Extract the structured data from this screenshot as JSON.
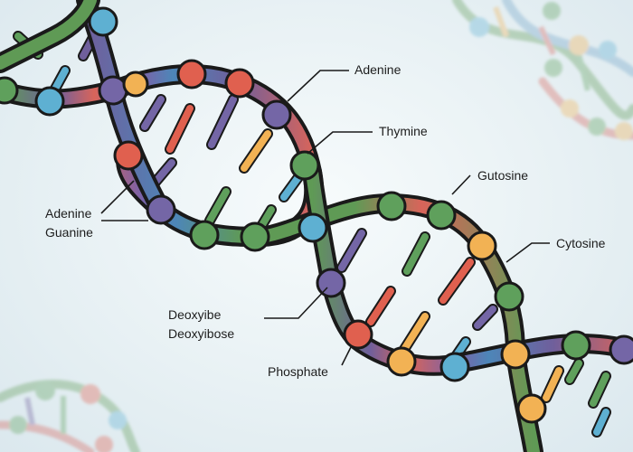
{
  "labels": {
    "adenine_top": "Adenine",
    "thymine": "Thymine",
    "gutosine": "Gutosine",
    "cytosine": "Cytosine",
    "adenine_left": "Adenine",
    "guanine": "Guanine",
    "deoxyibe": "Deoxyibe",
    "deoxyibose": "Deoxyibose",
    "phosphate": "Phosphate"
  },
  "colors": {
    "background": "#e8f1f4",
    "outline": "#1a1a1a",
    "strand_red": "#d8645a",
    "strand_blue": "#4d86b8",
    "strand_green": "#5f9a55",
    "strand_purple": "#6f5f9c",
    "node_red": "#e0604f",
    "node_orange": "#f2b254",
    "node_blue": "#5eb0d2",
    "node_green": "#5fa05c",
    "node_purple": "#7466a6"
  },
  "icons": [
    "dna-double-helix-illustration",
    "faded-helix-background-decoration"
  ]
}
